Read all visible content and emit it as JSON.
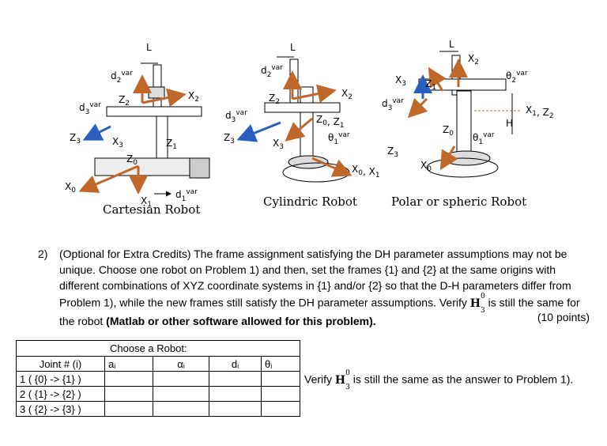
{
  "figure": {
    "robots": [
      {
        "caption": "Cartesian Robot"
      },
      {
        "caption": "Cylindric Robot"
      },
      {
        "caption": "Polar or spheric Robot"
      }
    ]
  },
  "problem": {
    "number": "2)",
    "text_part1": "(Optional for Extra Credits) The frame assignment satisfying the DH parameter assumptions may not be unique. Choose one robot on Problem 1) and then, set the frames {1} and {2} at the same origins with different combinations of XYZ coordinate systems in {1} and/or {2} so that the D-H parameters differ from Problem 1), while the new frames still satisfy the DH parameter assumptions. Verify ",
    "text_part2": " is still the same for the robot ",
    "bold_text": "(Matlab or other software allowed for this problem).",
    "points": "(10 points)"
  },
  "table": {
    "header": "Choose a Robot:",
    "columns": [
      "Joint # (i)",
      "aᵢ",
      "αᵢ",
      "dᵢ",
      "θᵢ"
    ],
    "rows": [
      "1 ( {0} -> {1} )",
      "2 ( {1} -> {2} )",
      "3 ( {2} -> {3} )"
    ]
  },
  "verify_text_part1": "Verify ",
  "verify_text_part2": " is still the same as the answer to Problem 1)."
}
